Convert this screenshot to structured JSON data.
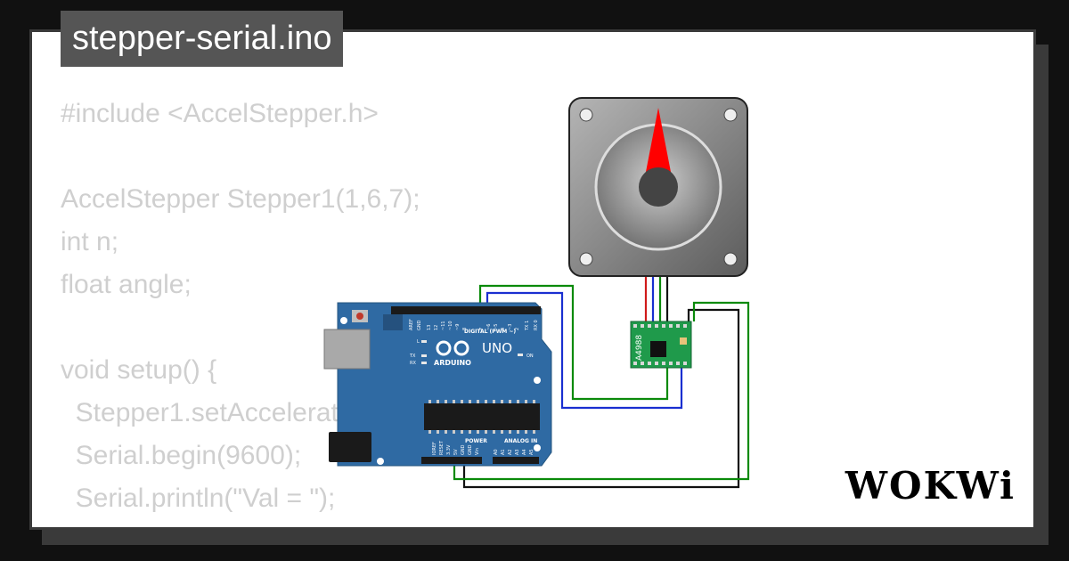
{
  "title": "stepper-serial.ino",
  "code_lines": [
    "#include <AccelStepper.h>",
    "",
    "AccelStepper Stepper1(1,6,7);",
    "int n;",
    "float angle;",
    "",
    "void setup() {",
    "  Stepper1.setAcceleration",
    "  Serial.begin(9600);",
    "  Serial.println(\"Val = \");",
    "}"
  ],
  "board": {
    "name": "UNO",
    "brand": "ARDUINO",
    "digital_header": "DIGITAL (PWM ~)",
    "power_header": "POWER",
    "analog_header": "ANALOG IN",
    "labels": [
      "AREF",
      "GND",
      "13",
      "12",
      "~11",
      "~10",
      "~9",
      "8",
      "7",
      "~6",
      "~5",
      "4",
      "~3",
      "2",
      "TX 1",
      "RX 0"
    ],
    "led_l": "L",
    "led_tx": "TX",
    "led_rx": "RX",
    "on_label": "ON",
    "power_pins": [
      "IOREF",
      "RESET",
      "3.3V",
      "5V",
      "GND",
      "GND",
      "Vin"
    ],
    "analog_pins": [
      "A0",
      "A1",
      "A2",
      "A3",
      "A4",
      "A5"
    ]
  },
  "driver": {
    "label": "A4988"
  },
  "brand_logo": "WOKWi",
  "colors": {
    "board": "#2f6aa3",
    "driver": "#1f9a4b",
    "motor_body": "#8c8c8c",
    "needle": "#ff0000",
    "wire_green": "#0a8a0a",
    "wire_blue": "#1a2fd0",
    "wire_black": "#111111"
  }
}
